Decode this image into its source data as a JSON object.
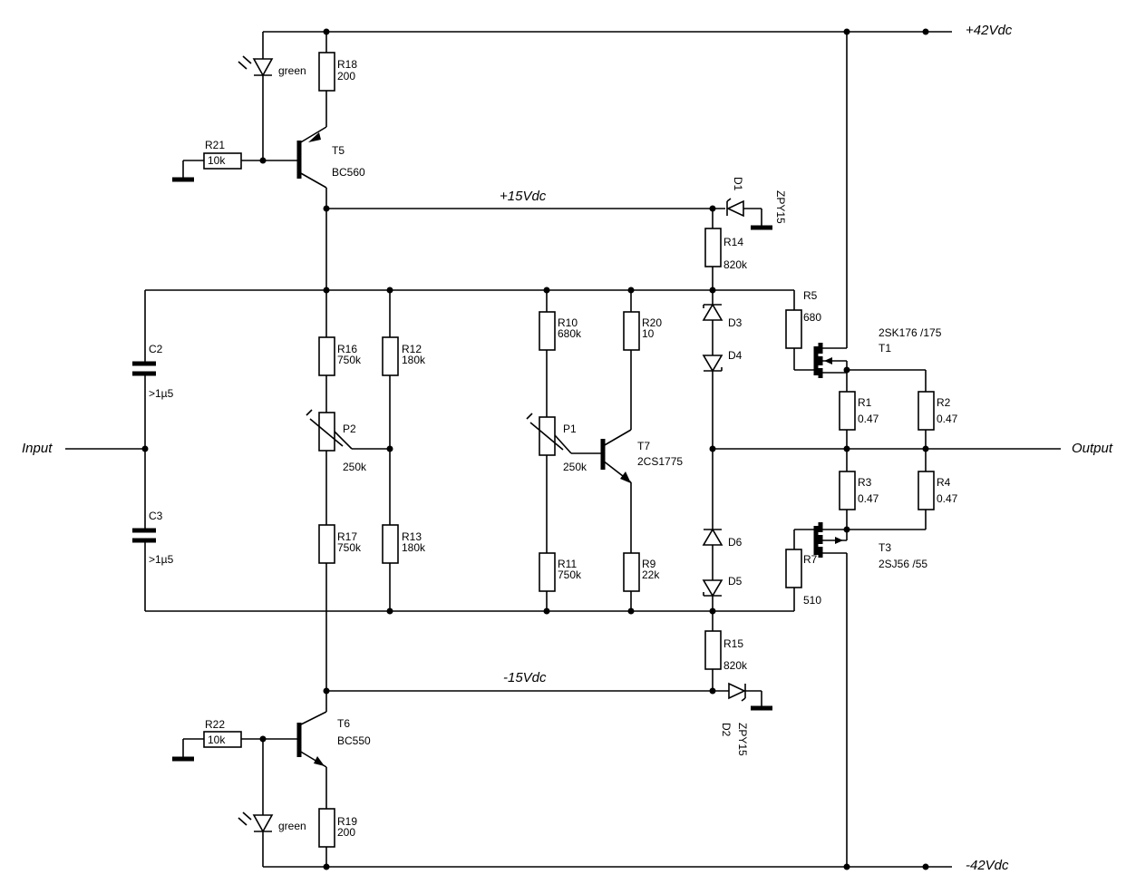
{
  "rails": {
    "pos42": "+42Vdc",
    "neg42": "-42Vdc",
    "pos15": "+15Vdc",
    "neg15": "-15Vdc"
  },
  "io": {
    "input": "Input",
    "output": "Output"
  },
  "components": {
    "R18": {
      "ref": "R18",
      "value": "200"
    },
    "R19": {
      "ref": "R19",
      "value": "200"
    },
    "R21": {
      "ref": "R21",
      "value": "10k"
    },
    "R22": {
      "ref": "R22",
      "value": "10k"
    },
    "T5": {
      "ref": "T5",
      "value": "BC560"
    },
    "T6": {
      "ref": "T6",
      "value": "BC550"
    },
    "LED1": {
      "value": "green"
    },
    "LED2": {
      "value": "green"
    },
    "D1": {
      "ref": "D1",
      "value": "ZPY15"
    },
    "D2": {
      "ref": "D2",
      "value": "ZPY15"
    },
    "R14": {
      "ref": "R14",
      "value": "820k"
    },
    "R15": {
      "ref": "R15",
      "value": "820k"
    },
    "C2": {
      "ref": "C2",
      "value": ">1µ5"
    },
    "C3": {
      "ref": "C3",
      "value": ">1µ5"
    },
    "R16": {
      "ref": "R16",
      "value": "750k"
    },
    "R17": {
      "ref": "R17",
      "value": "750k"
    },
    "R12": {
      "ref": "R12",
      "value": "180k"
    },
    "R13": {
      "ref": "R13",
      "value": "180k"
    },
    "P2": {
      "ref": "P2",
      "value": "250k"
    },
    "R10": {
      "ref": "R10",
      "value": "680k"
    },
    "R11": {
      "ref": "R11",
      "value": "750k"
    },
    "P1": {
      "ref": "P1",
      "value": "250k"
    },
    "R20": {
      "ref": "R20",
      "value": "10"
    },
    "R9": {
      "ref": "R9",
      "value": "22k"
    },
    "T7": {
      "ref": "T7",
      "value": "2CS1775"
    },
    "D3": {
      "ref": "D3"
    },
    "D4": {
      "ref": "D4"
    },
    "D5": {
      "ref": "D5"
    },
    "D6": {
      "ref": "D6"
    },
    "R5": {
      "ref": "R5",
      "value": "680"
    },
    "R7": {
      "ref": "R7",
      "value": "510"
    },
    "T1": {
      "ref": "T1",
      "value": "2SK176 /175"
    },
    "T3": {
      "ref": "T3",
      "value": "2SJ56 /55"
    },
    "R1": {
      "ref": "R1",
      "value": "0.47"
    },
    "R2": {
      "ref": "R2",
      "value": "0.47"
    },
    "R3": {
      "ref": "R3",
      "value": "0.47"
    },
    "R4": {
      "ref": "R4",
      "value": "0.47"
    }
  }
}
